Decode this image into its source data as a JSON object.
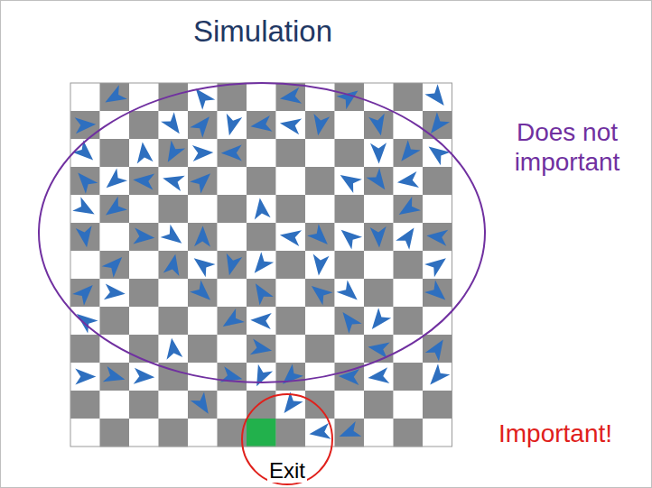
{
  "diagram": {
    "title": "Simulation",
    "labels": [
      "Does not important",
      "Important!",
      "Exit"
    ]
  }
}
